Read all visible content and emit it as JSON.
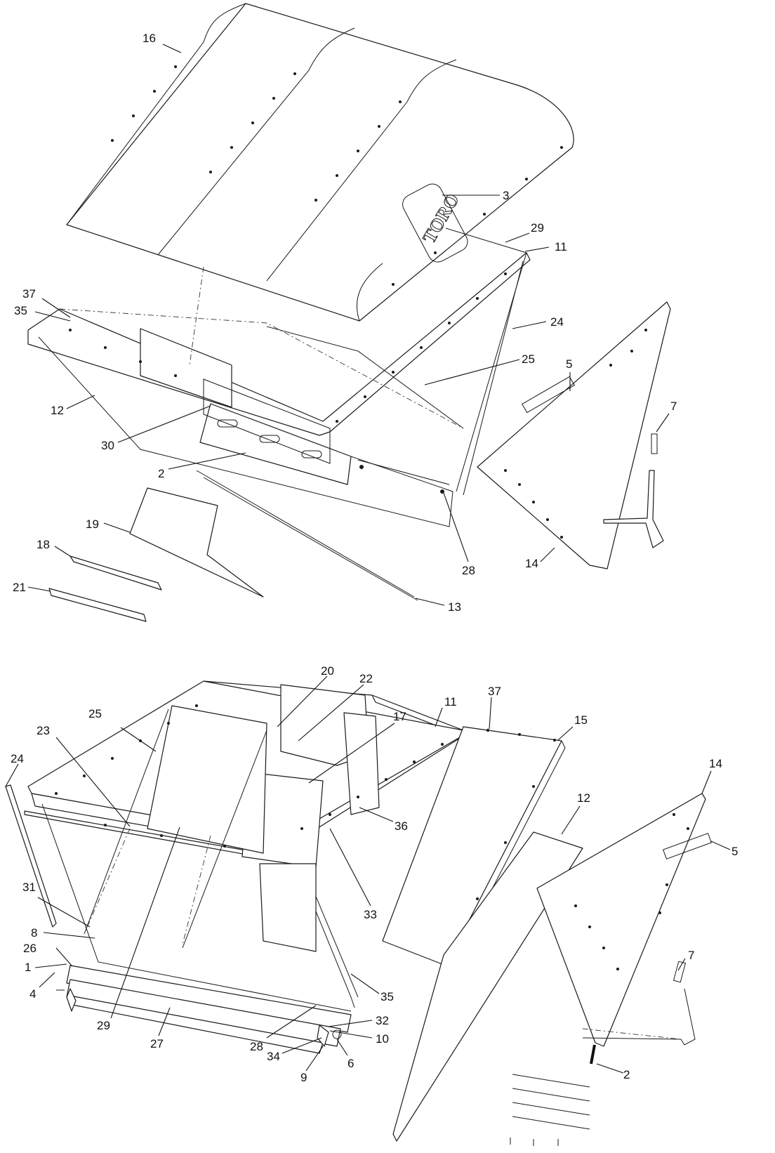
{
  "logo": {
    "text": "TORO"
  },
  "top_view": {
    "callouts": [
      "16",
      "3",
      "29",
      "11",
      "24",
      "25",
      "5",
      "7",
      "37",
      "35",
      "12",
      "30",
      "2",
      "19",
      "18",
      "21",
      "28",
      "14",
      "13"
    ]
  },
  "bottom_view": {
    "callouts": [
      "20",
      "22",
      "17",
      "11",
      "37",
      "15",
      "25",
      "23",
      "24",
      "36",
      "12",
      "14",
      "5",
      "31",
      "33",
      "8",
      "26",
      "1",
      "4",
      "35",
      "29",
      "27",
      "28",
      "32",
      "10",
      "34",
      "9",
      "6",
      "7",
      "2"
    ]
  }
}
